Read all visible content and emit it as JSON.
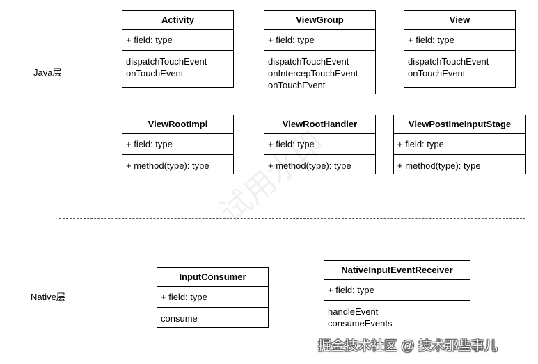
{
  "layers": {
    "java": "Java层",
    "native": "Native层"
  },
  "java_top": [
    {
      "name": "Activity",
      "field": "+ field: type",
      "methods": [
        "dispatchTouchEvent",
        "onTouchEvent"
      ]
    },
    {
      "name": "ViewGroup",
      "field": "+ field: type",
      "methods": [
        "dispatchTouchEvent",
        "onIntercepTouchEvent",
        "onTouchEvent"
      ]
    },
    {
      "name": "View",
      "field": "+ field: type",
      "methods": [
        "dispatchTouchEvent",
        "onTouchEvent"
      ]
    }
  ],
  "java_bottom": [
    {
      "name": "ViewRootImpl",
      "field": "+ field: type",
      "methods": [
        "+ method(type): type"
      ]
    },
    {
      "name": "ViewRootHandler",
      "field": "+ field: type",
      "methods": [
        "+ method(type): type"
      ]
    },
    {
      "name": "ViewPostImeInputStage",
      "field": "+ field: type",
      "methods": [
        "+ method(type): type"
      ]
    }
  ],
  "native_classes": [
    {
      "name": "InputConsumer",
      "field": "+ field: type",
      "methods": [
        "consume"
      ]
    },
    {
      "name": "NativeInputEventReceiver",
      "field": "+ field: type",
      "methods": [
        "handleEvent",
        "consumeEvents"
      ]
    }
  ],
  "watermark": {
    "center": "试用水印",
    "corner": "掘金技术社区 @ 技术那些事儿"
  }
}
